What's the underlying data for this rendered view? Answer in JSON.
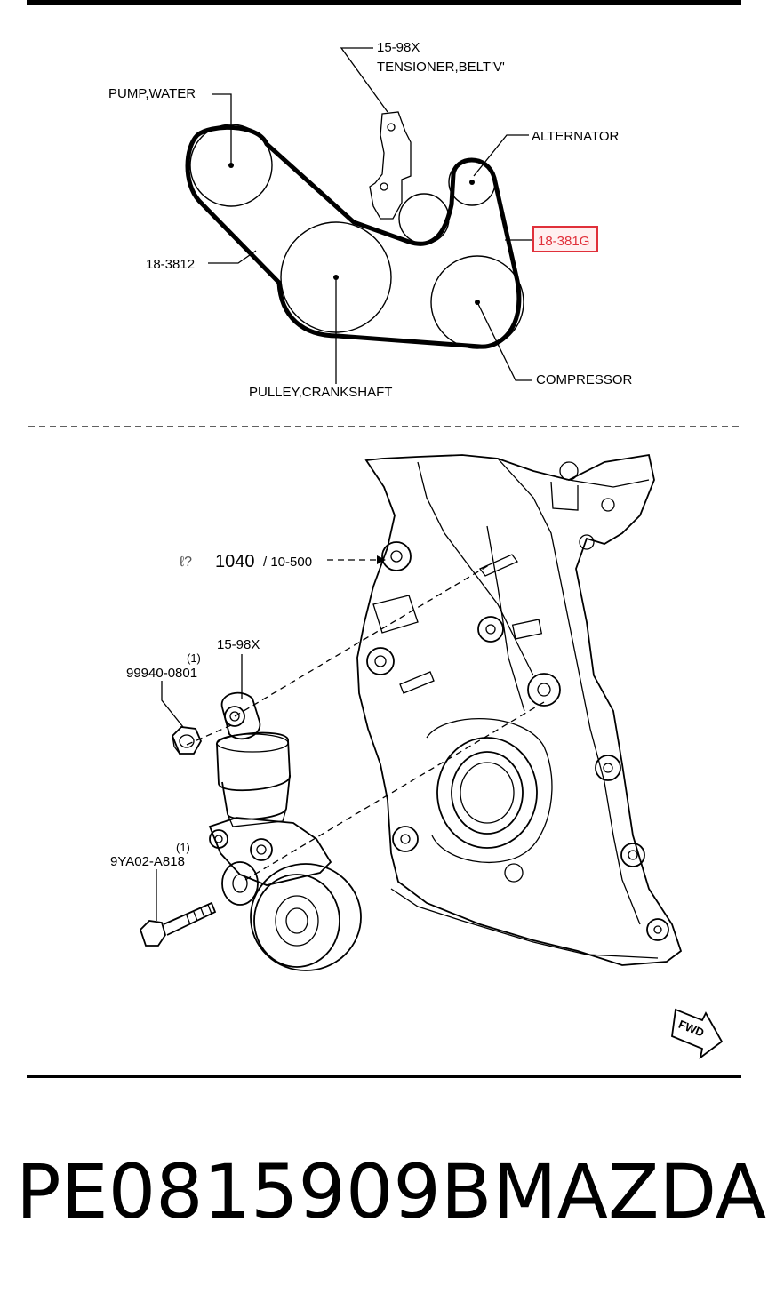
{
  "belt_diagram": {
    "tensioner_label": "15-98X",
    "tensioner_name": "TENSIONER,BELT'V'",
    "pump_label": "PUMP,WATER",
    "alternator_label": "ALTERNATOR",
    "belt_highlight_label": "18-381G",
    "belt_left_label": "18-3812",
    "compressor_label": "COMPRESSOR",
    "crankshaft_label": "PULLEY,CRANKSHAFT",
    "highlight_color": "#e0303a"
  },
  "exploded_view": {
    "ref_prefix": "ℓ?",
    "ref_main": "1040",
    "ref_sub": "/ 10-500",
    "tensioner_label": "15-98X",
    "nut_qty": "(1)",
    "nut_label": "99940-0801",
    "bolt_qty": "(1)",
    "bolt_label": "9YA02-A818",
    "fwd_label": "FWD"
  },
  "footer": {
    "part_number": "PE0815909B",
    "brand": "MAZDA"
  }
}
